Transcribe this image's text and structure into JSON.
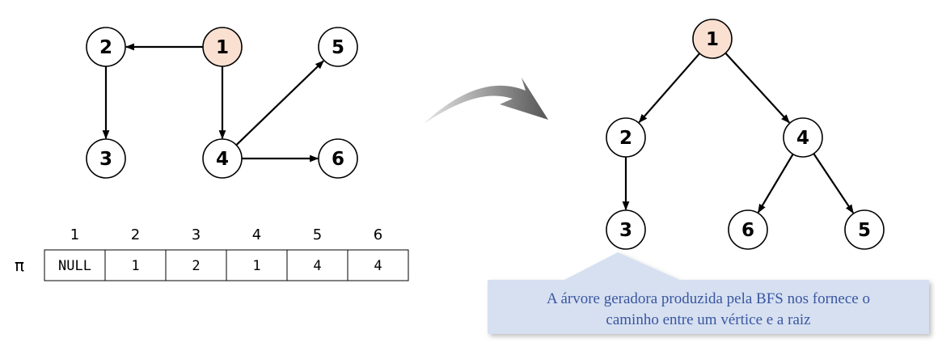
{
  "colors": {
    "node_fill": "#ffffff",
    "root_fill": "#f9e0d1",
    "edge": "#000000",
    "callout_fill": "#d6e0f1",
    "callout_text": "#3a56a0",
    "arrow_dark": "#555555",
    "arrow_light": "#e6e6e6"
  },
  "graph": {
    "nodes": [
      {
        "id": "1",
        "label": "1",
        "root": true
      },
      {
        "id": "2",
        "label": "2"
      },
      {
        "id": "3",
        "label": "3"
      },
      {
        "id": "4",
        "label": "4"
      },
      {
        "id": "5",
        "label": "5"
      },
      {
        "id": "6",
        "label": "6"
      }
    ],
    "edges": [
      {
        "from": "1",
        "to": "2"
      },
      {
        "from": "1",
        "to": "4"
      },
      {
        "from": "2",
        "to": "3"
      },
      {
        "from": "4",
        "to": "5"
      },
      {
        "from": "4",
        "to": "6"
      }
    ]
  },
  "tree": {
    "nodes": [
      {
        "id": "1",
        "label": "1",
        "root": true
      },
      {
        "id": "2",
        "label": "2"
      },
      {
        "id": "4",
        "label": "4"
      },
      {
        "id": "3",
        "label": "3"
      },
      {
        "id": "6",
        "label": "6"
      },
      {
        "id": "5",
        "label": "5"
      }
    ],
    "edges": [
      {
        "from": "1",
        "to": "2"
      },
      {
        "from": "1",
        "to": "4"
      },
      {
        "from": "2",
        "to": "3"
      },
      {
        "from": "4",
        "to": "6"
      },
      {
        "from": "4",
        "to": "5"
      }
    ]
  },
  "pi_table": {
    "symbol": "π",
    "headers": [
      "1",
      "2",
      "3",
      "4",
      "5",
      "6"
    ],
    "values": [
      "NULL",
      "1",
      "2",
      "1",
      "4",
      "4"
    ]
  },
  "callout": {
    "line1": "A árvore geradora produzida pela BFS nos fornece o",
    "line2": "caminho entre um vértice e a raiz"
  }
}
